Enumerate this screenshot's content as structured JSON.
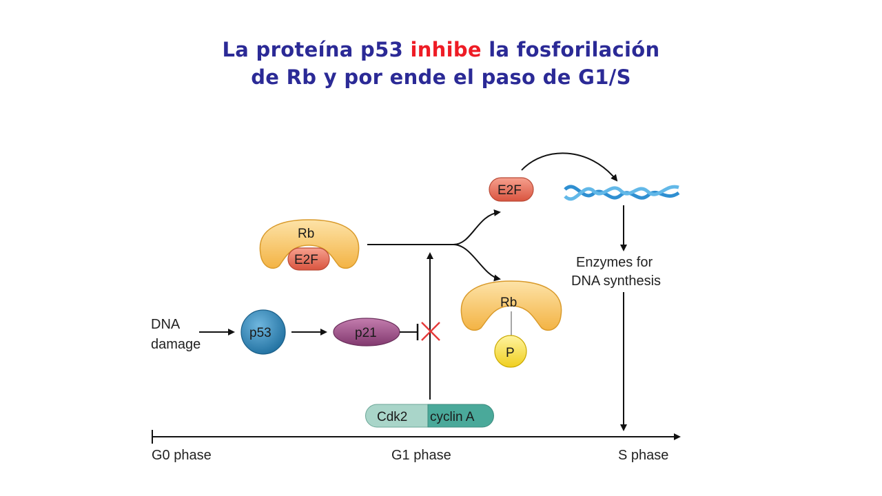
{
  "title": {
    "line1_before": "La proteína p53 ",
    "line1_highlight": "inhibe",
    "line1_after": " la fosforilación",
    "line2": "de Rb y por ende el paso de G1/S"
  },
  "diagram": {
    "rb_complex": {
      "rb": "Rb",
      "e2f": "E2F"
    },
    "free_e2f": "E2F",
    "rb_phos": {
      "rb": "Rb",
      "p": "P"
    },
    "dna_damage": [
      "DNA",
      "damage"
    ],
    "p53": "p53",
    "p21": "p21",
    "cdk2": "Cdk2",
    "cyclin": "cyclin A",
    "enzymes": [
      "Enzymes for",
      "DNA synthesis"
    ],
    "phases": {
      "g0": "G0 phase",
      "g1": "G1 phase",
      "s": "S phase"
    }
  },
  "colors": {
    "title": "#2b2a96",
    "highlight": "#ee1c25",
    "rb": "#f7c56a",
    "e2f": "#e8705a",
    "p53": "#2f86b8",
    "p21": "#9b4f86",
    "cdk2": "#a9d5c9",
    "cyclin": "#4aa99a",
    "phosphate": "#f7e04a",
    "dna": "#3a9bd8"
  }
}
